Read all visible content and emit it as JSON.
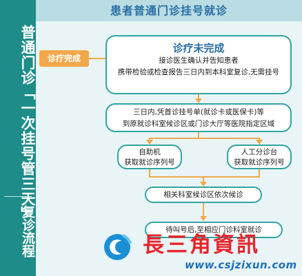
{
  "header": {
    "title": "患者普通门诊挂号就诊"
  },
  "sidebar": {
    "title": "普通门诊「一次挂号管三天」",
    "subtitle": "复诊流程"
  },
  "tag": {
    "label": "诊疗完成"
  },
  "flow": {
    "main": {
      "title": "诊疗未完成",
      "line1": "接诊医生确认并告知患者",
      "line2": "携带检验或检查报告三日内到本科室复诊,无需挂号"
    },
    "step2": {
      "line1": "三日内,凭首诊挂号单(就诊卡或医保卡)等",
      "line2": "到原就诊科室候诊区或门诊大厅等医院指定区域"
    },
    "left": {
      "line1": "自助机",
      "line2": "获取就诊序列号"
    },
    "right": {
      "line1": "人工分诊台",
      "line2": "获取就诊序列号"
    },
    "related": {
      "label": "相关科室候诊区依次候诊"
    },
    "final": {
      "label": "待叫号后,至相应门诊科室就诊"
    }
  },
  "watermark": {
    "text": "長三角資訊",
    "url": "www.csjzixun.com"
  }
}
